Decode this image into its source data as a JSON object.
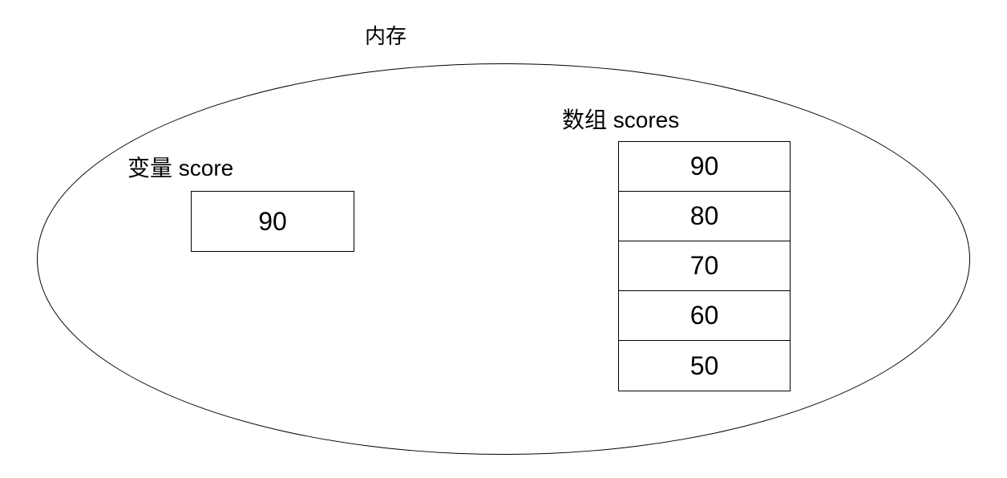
{
  "diagram": {
    "title": "内存",
    "variable": {
      "label": "变量 score",
      "value": "90"
    },
    "array": {
      "label": "数组 scores",
      "values": [
        "90",
        "80",
        "70",
        "60",
        "50"
      ]
    }
  },
  "colors": {
    "background": "#ffffff",
    "stroke": "#000000",
    "text": "#000000"
  }
}
